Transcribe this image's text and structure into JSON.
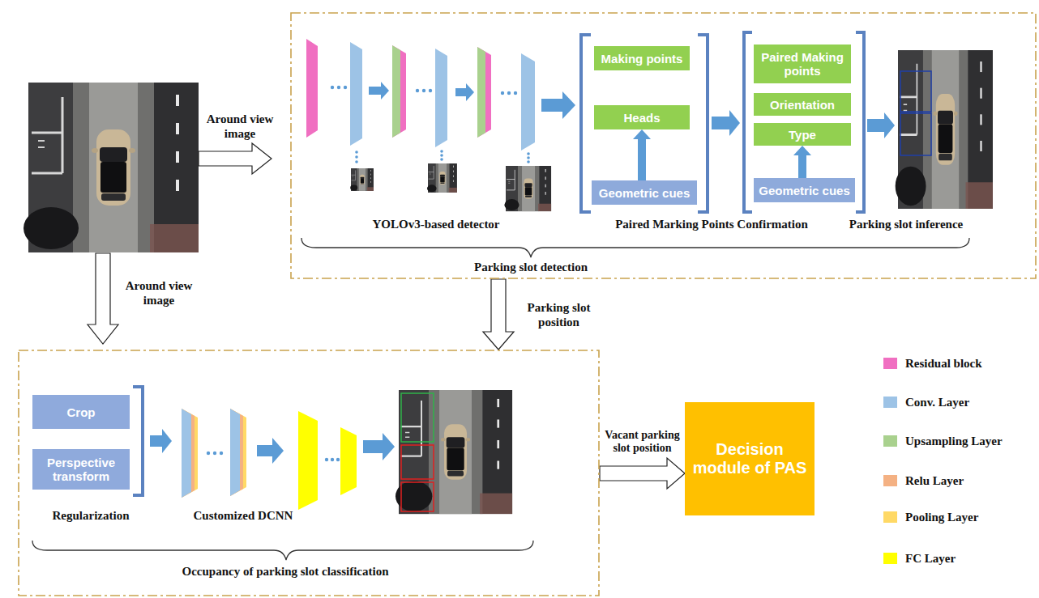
{
  "diagram": {
    "nodes": [
      {
        "text": [
          "Parking slot detection"
        ]
      },
      {
        "text": [
          "Making points"
        ],
        "in": 0
      },
      {
        "text": [
          "Heads"
        ],
        "in": 0
      },
      {
        "text": [
          "Geometric cues"
        ],
        "in": 0
      },
      {
        "text": [
          "Paired Making points"
        ],
        "in": 0
      },
      {
        "text": [
          "Orientation"
        ],
        "in": 0
      },
      {
        "text": [
          "Type"
        ],
        "in": 0
      },
      {
        "text": [
          "Geometric cues"
        ],
        "in": 0
      },
      {
        "text": [
          "Occupancy of parking slot classification"
        ]
      },
      {
        "text": [
          "Crop"
        ],
        "in": 8
      },
      {
        "text": [
          "Perspective transform"
        ],
        "in": 8
      },
      {
        "text": [
          "Decision module of PAS"
        ]
      }
    ],
    "edges": [
      {
        "from": 3,
        "to": 2,
        "arrow": "to"
      },
      {
        "from": 7,
        "to": 6,
        "arrow": "to"
      },
      {
        "from": 0,
        "to": 8,
        "label": "Parking slot position",
        "arrow": "to"
      },
      {
        "from": 8,
        "to": 11,
        "label": "Vacant parking slot position",
        "arrow": "to"
      }
    ],
    "labels": [
      "Around view image",
      "YOLOv3-based detector",
      "Paired Marking Points Confirmation",
      "Parking slot inference",
      "Around view image",
      "Regularization",
      "Customized DCNN"
    ],
    "legend": [
      {
        "text": "Residual block",
        "color": "#f06fc1"
      },
      {
        "text": "Conv. Layer",
        "color": "#9dc3e6"
      },
      {
        "text": "Upsampling Layer",
        "color": "#a9d18e"
      },
      {
        "text": "Relu Layer",
        "color": "#f4b183"
      },
      {
        "text": "Pooling Layer",
        "color": "#ffd966"
      },
      {
        "text": "FC Layer",
        "color": "#ffff00"
      }
    ]
  }
}
